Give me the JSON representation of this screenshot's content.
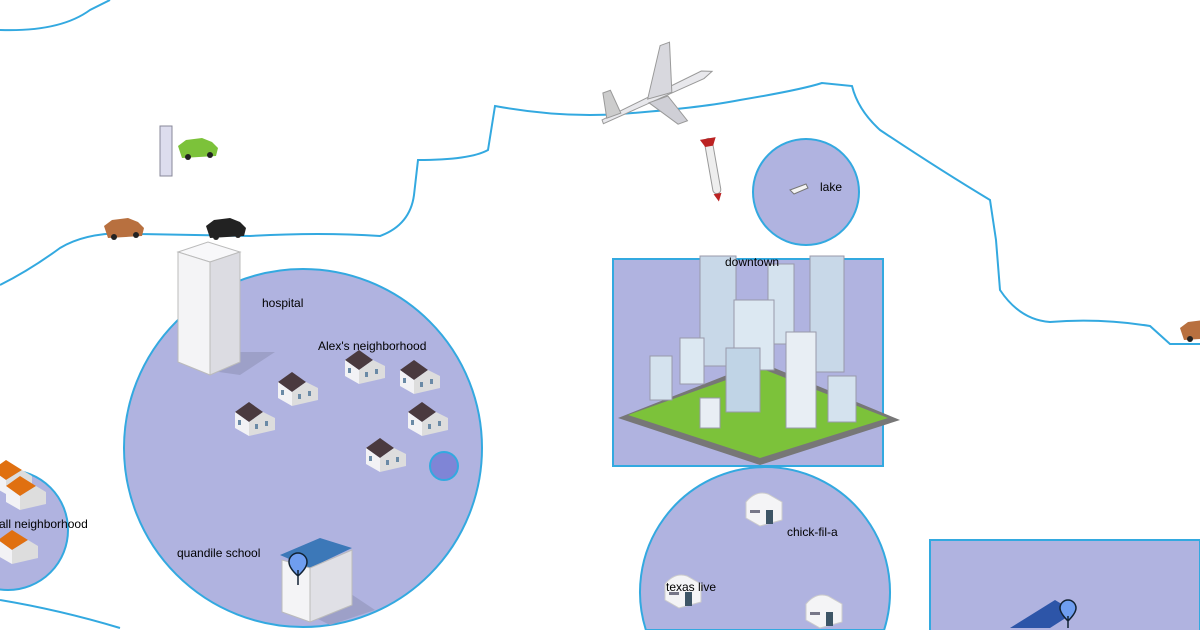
{
  "colors": {
    "zone_fill": "#b0b3e0",
    "zone_stroke": "#33a9e0",
    "road": "#33a9e0",
    "marker": "#6f9ef0"
  },
  "zones": [
    {
      "label": "lake",
      "shape": "circle"
    },
    {
      "label": "downtown",
      "shape": "rectangle"
    },
    {
      "label": "hospital",
      "shape": "circle"
    },
    {
      "label": "Alex's neighborhood",
      "shape": "circle"
    },
    {
      "label": "quandile school",
      "shape": "circle"
    },
    {
      "label": "all neighborhood",
      "shape": "circle"
    },
    {
      "label": "chick-fil-a",
      "shape": "circle"
    },
    {
      "label": "texas live",
      "shape": "circle"
    }
  ],
  "icons": [
    "jet-icon",
    "missile-icon",
    "car-icon",
    "building-icon",
    "house-icon",
    "school-icon",
    "warehouse-icon",
    "boat-icon",
    "map-pin-icon"
  ]
}
